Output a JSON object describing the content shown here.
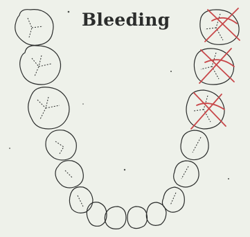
{
  "title": "Bleeding",
  "colors": {
    "background": "#eef1ea",
    "outline": "#2a2c2b",
    "bleeding_mark": "#c8484a"
  },
  "marked_teeth": [
    "upper-right-3rd-molar",
    "upper-right-2nd-molar",
    "upper-right-1st-molar"
  ]
}
